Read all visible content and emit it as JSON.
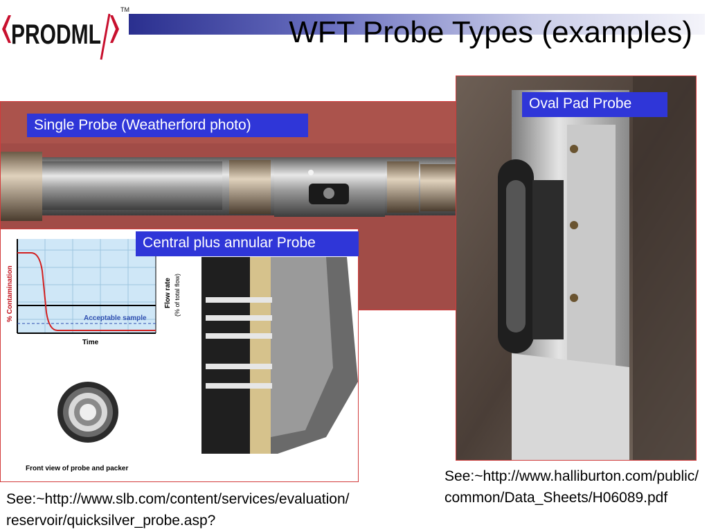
{
  "header": {
    "logo_text": "PRODML",
    "logo_tm": "TM",
    "title": "WFT Probe Types (examples)"
  },
  "photos": {
    "single": {
      "label": "Single Probe (Weatherford photo)"
    },
    "oval": {
      "label": "Oval Pad Probe"
    },
    "central": {
      "label": "Central plus annular Probe",
      "diagram": {
        "y_axis_label": "% Contamination",
        "y2_axis_label": "Flow rate",
        "y2_axis_sublabel": "(% of total flow)",
        "x_axis_label": "Time",
        "threshold_label": "Acceptable sample",
        "front_view_label": "Front view of probe and packer"
      }
    }
  },
  "captions": {
    "slb": "See:~http://www.slb.com/content/services/evaluation/reservoir/quicksilver_probe.asp?",
    "halliburton": "See:~http://www.halliburton.com/public/common/Data_Sheets/H06089.pdf"
  },
  "colors": {
    "label_bg": "#2f36d8",
    "frame_border": "#d23b3b",
    "logo_red": "#c8102e"
  }
}
